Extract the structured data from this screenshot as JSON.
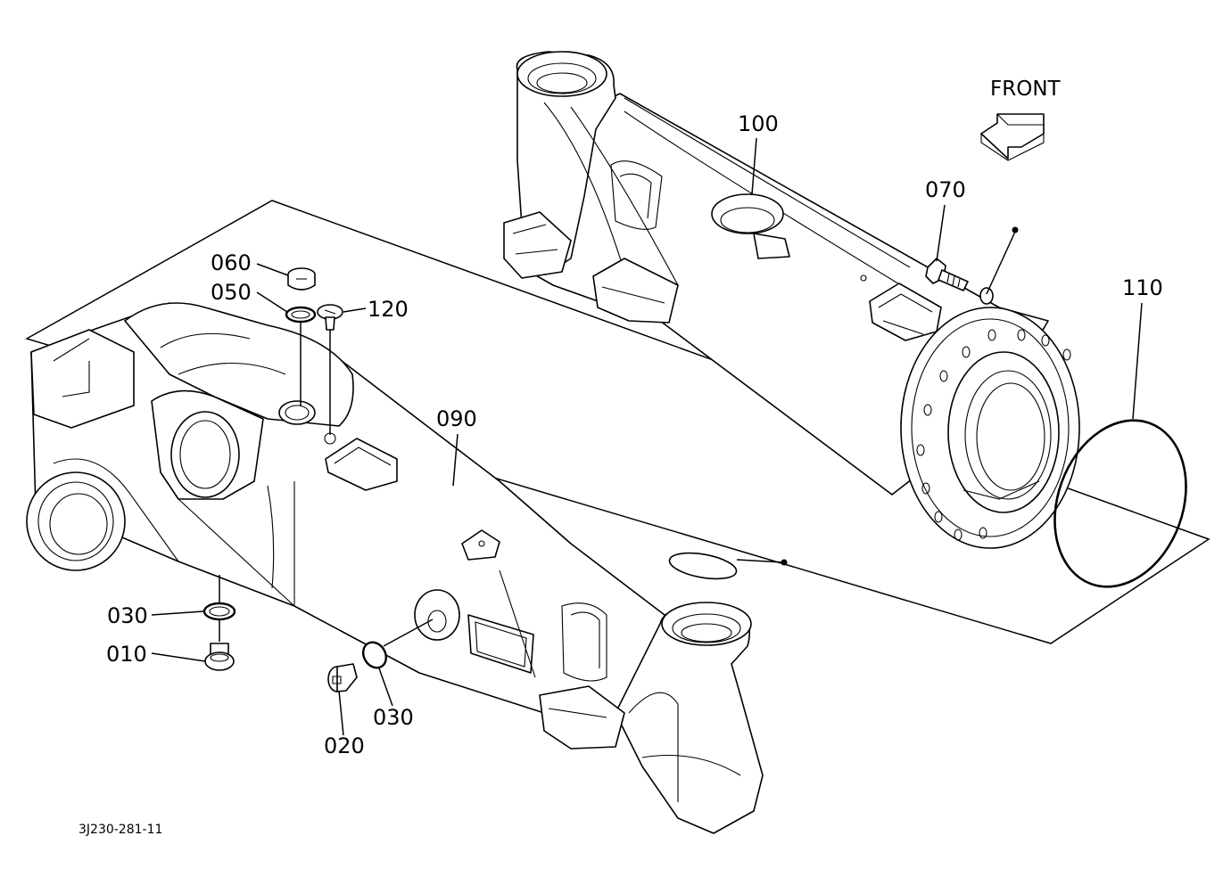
{
  "diagram": {
    "front_label": "FRONT",
    "document_number": "3J230-281-11",
    "callouts": {
      "p010": "010",
      "p020": "020",
      "p030a": "030",
      "p030b": "030",
      "p050": "050",
      "p060": "060",
      "p070": "070",
      "p090": "090",
      "p100": "100",
      "p110": "110",
      "p120": "120"
    }
  }
}
